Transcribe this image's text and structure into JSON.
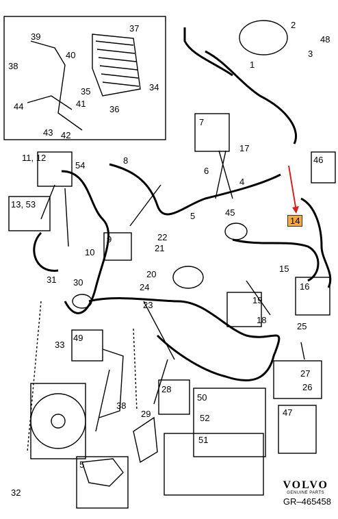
{
  "callouts": [
    "1",
    "2",
    "3",
    "4",
    "5",
    "6",
    "7",
    "8",
    "9",
    "10",
    "11, 12",
    "13, 53",
    "14",
    "15",
    "16",
    "17",
    "18",
    "19",
    "20",
    "21",
    "22",
    "23",
    "24",
    "25",
    "26",
    "27",
    "28",
    "29",
    "30",
    "31",
    "32",
    "33",
    "34",
    "35",
    "36",
    "37",
    "38",
    "39",
    "40",
    "41",
    "42",
    "43",
    "44",
    "45",
    "46",
    "47",
    "48",
    "49",
    "50",
    "51",
    "52",
    "54",
    "5",
    "38"
  ],
  "highlight_index": 12,
  "brand": {
    "logo": "VOLVO",
    "sub": "GENUINE PARTS"
  },
  "reference": "GR–465458",
  "colors": {
    "line": "#000000",
    "highlight": "#f7a93b",
    "arrow": "#d6201f"
  }
}
